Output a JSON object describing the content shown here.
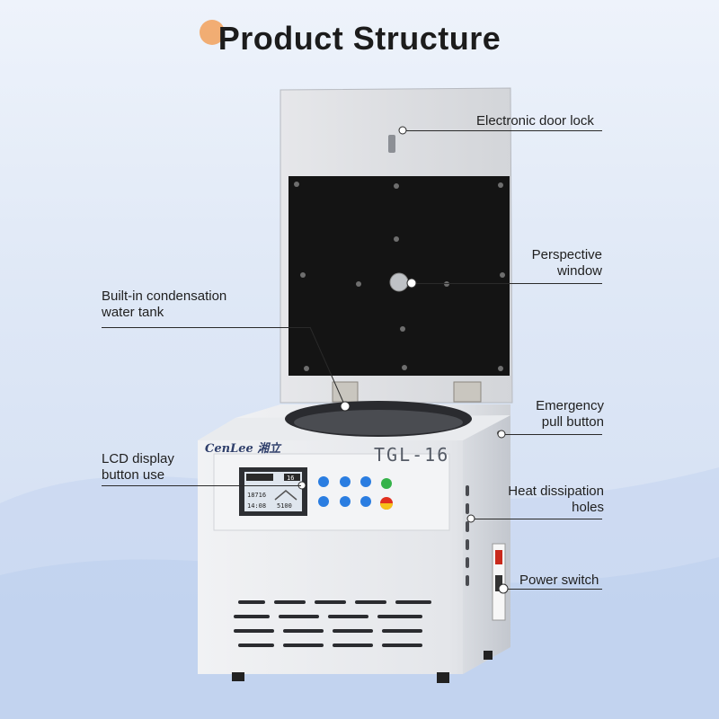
{
  "title": "Product Structure",
  "brand": "CenLee 湘立",
  "model": "TGL-16",
  "labels": {
    "door_lock": "Electronic door lock",
    "window_line1": "Perspective",
    "window_line2": "window",
    "tank_line1": "Built-in condensation",
    "tank_line2": "water tank",
    "emergency_line1": "Emergency",
    "emergency_line2": "pull button",
    "lcd_line1": "LCD display",
    "lcd_line2": "button use",
    "heat_line1": "Heat dissipation",
    "heat_line2": "holes",
    "power": "Power switch"
  },
  "lcd": {
    "speed": "16",
    "temp": "18716",
    "time": "14:08",
    "code": "5100"
  },
  "colors": {
    "body": "#eceef1",
    "lid_panel": "#141414",
    "accent_blue": "#2a7de1",
    "green": "#35b24a",
    "red": "#e1301f",
    "yellow": "#f6c21a"
  }
}
